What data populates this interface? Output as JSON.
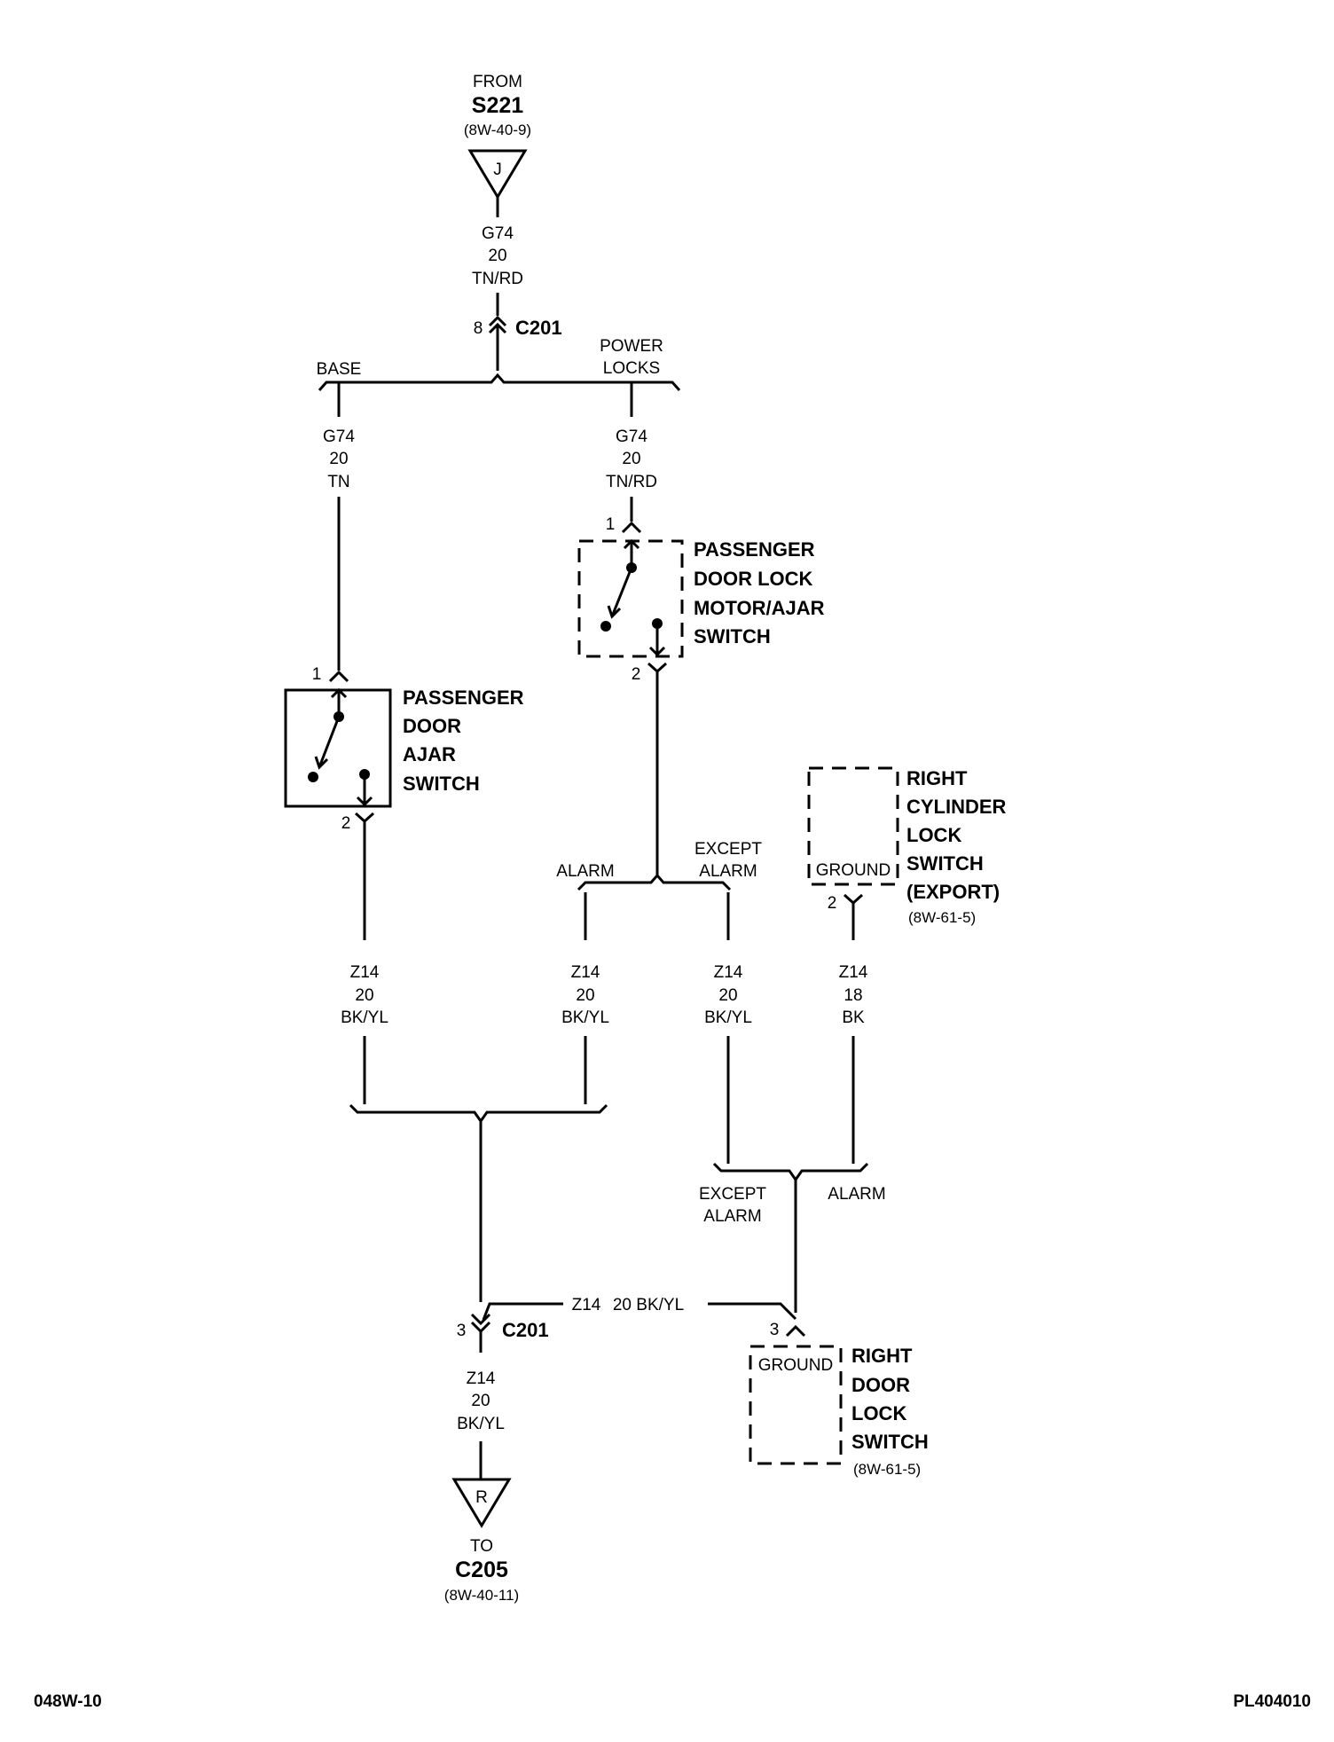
{
  "top_source": {
    "from": "FROM",
    "splice": "S221",
    "ref": "(8W-40-9)",
    "tag": "J"
  },
  "wire_g74_tnrd": {
    "circuit": "G74",
    "gauge": "20",
    "color": "TN/RD"
  },
  "c201_top": {
    "pin": "8",
    "name": "C201"
  },
  "branch_top": {
    "base": "BASE",
    "power_locks_1": "POWER",
    "power_locks_2": "LOCKS"
  },
  "wire_g74_tn": {
    "circuit": "G74",
    "gauge": "20",
    "color": "TN"
  },
  "wire_g74_tnrd_2": {
    "circuit": "G74",
    "gauge": "20",
    "color": "TN/RD"
  },
  "motor_switch": {
    "pin_in": "1",
    "pin_out": "2",
    "label_1": "PASSENGER",
    "label_2": "DOOR LOCK",
    "label_3": "MOTOR/AJAR",
    "label_4": "SWITCH"
  },
  "ajar_switch": {
    "pin_in": "1",
    "pin_out": "2",
    "label_1": "PASSENGER",
    "label_2": "DOOR",
    "label_3": "AJAR",
    "label_4": "SWITCH"
  },
  "branch_mid": {
    "alarm": "ALARM",
    "except_1": "EXCEPT",
    "except_2": "ALARM"
  },
  "cylinder_switch": {
    "ground": "GROUND",
    "pin": "2",
    "label_1": "RIGHT",
    "label_2": "CYLINDER",
    "label_3": "LOCK",
    "label_4": "SWITCH",
    "label_5": "(EXPORT)",
    "ref": "(8W-61-5)"
  },
  "wires_z14": [
    {
      "circuit": "Z14",
      "gauge": "20",
      "color": "BK/YL"
    },
    {
      "circuit": "Z14",
      "gauge": "20",
      "color": "BK/YL"
    },
    {
      "circuit": "Z14",
      "gauge": "20",
      "color": "BK/YL"
    },
    {
      "circuit": "Z14",
      "gauge": "18",
      "color": "BK"
    }
  ],
  "branch_low": {
    "except_1": "EXCEPT",
    "except_2": "ALARM",
    "alarm": "ALARM"
  },
  "z14_horizontal": {
    "circuit": "Z14",
    "spec": "20 BK/YL"
  },
  "c201_bottom": {
    "pin": "3",
    "name": "C201"
  },
  "door_lock_switch": {
    "pin": "3",
    "ground": "GROUND",
    "label_1": "RIGHT",
    "label_2": "DOOR",
    "label_3": "LOCK",
    "label_4": "SWITCH",
    "ref": "(8W-61-5)"
  },
  "wire_z14_bottom": {
    "circuit": "Z14",
    "gauge": "20",
    "color": "BK/YL"
  },
  "bottom_dest": {
    "tag": "R",
    "to": "TO",
    "connector": "C205",
    "ref": "(8W-40-11)"
  },
  "footer": {
    "left": "048W-10",
    "right": "PL404010"
  }
}
